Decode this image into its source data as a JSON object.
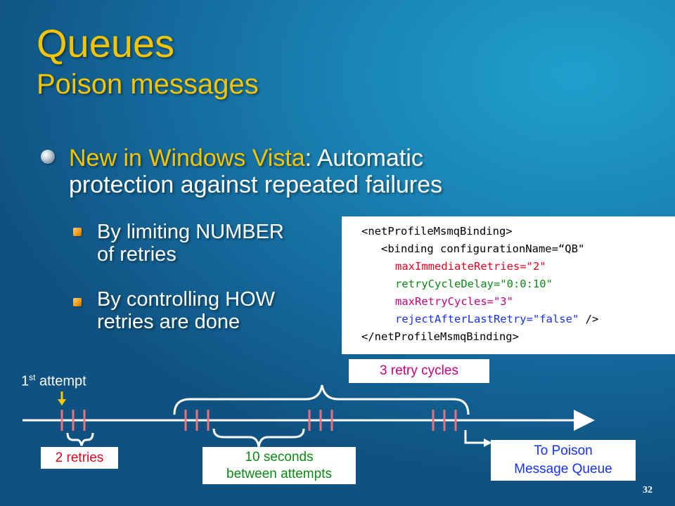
{
  "slide": {
    "title": "Queues",
    "subtitle": "Poison messages",
    "bullet_main": {
      "highlight": "New in Windows Vista",
      "rest_line1": ": Automatic",
      "line2": "protection against repeated failures"
    },
    "sub_bullets": [
      {
        "line1": "By limiting NUMBER",
        "line2": "of retries"
      },
      {
        "line1": "By controlling HOW",
        "line2": "retries are done"
      }
    ],
    "code": {
      "line1": "<netProfileMsmqBinding>",
      "line2": "<binding configurationName=“QB\"",
      "line3": "maxImmediateRetries=\"2\"",
      "line4": "retryCycleDelay=\"0:0:10\"",
      "line5": "maxRetryCycles=\"3\"",
      "line6": "rejectAfterLastRetry=\"false\"",
      "line6_end": " />",
      "line7": "</netProfileMsmqBinding>"
    },
    "diagram": {
      "first_attempt": "1",
      "first_attempt_sup": "st",
      "first_attempt_rest": " attempt",
      "retry_cycles": "3 retry cycles",
      "retries": "2 retries",
      "delay_line1": "10 seconds",
      "delay_line2": "between attempts",
      "poison_line1": "To Poison",
      "poison_line2": "Message Queue"
    },
    "page_number": "32",
    "colors": {
      "title": "#f5c400",
      "tick": "#e8707f",
      "retries": "#e8001f",
      "retry_cycles": "#c8007f",
      "poison": "#1530ff",
      "delay": "#0a8a12",
      "arrow": "#f5c400"
    }
  }
}
